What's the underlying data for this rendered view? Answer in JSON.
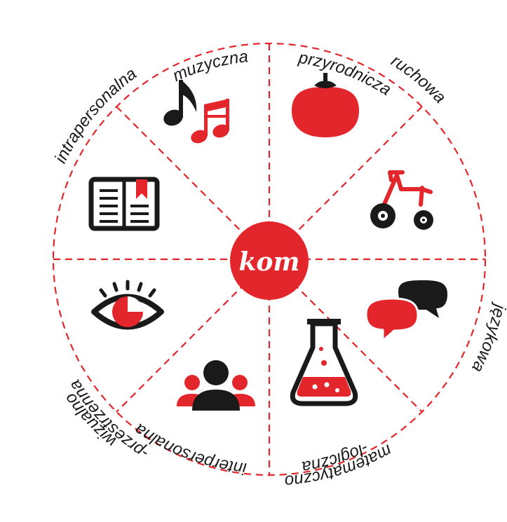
{
  "center": {
    "label": "kom"
  },
  "segments": [
    {
      "id": "muzyczna",
      "label": "muzyczna",
      "icon": "music-notes-icon"
    },
    {
      "id": "przyrodnicza",
      "label": "przyrodnicza",
      "icon": "tomato-icon"
    },
    {
      "id": "ruchowa",
      "label": "ruchowa",
      "icon": "tricycle-icon"
    },
    {
      "id": "jezykowa",
      "label": "językowa",
      "icon": "speech-bubbles-icon"
    },
    {
      "id": "matematyczno",
      "label_line1": "matematyczno",
      "label_line2": "-logiczna",
      "icon": "flask-icon"
    },
    {
      "id": "interpersonalna",
      "label": "interpersonalna",
      "icon": "people-group-icon"
    },
    {
      "id": "wizualno",
      "label_line1": "wizualno",
      "label_line2": "-przestrzenna",
      "icon": "eye-icon"
    },
    {
      "id": "intrapersonalna",
      "label": "intrapersonalna",
      "icon": "book-icon"
    }
  ],
  "colors": {
    "accent": "#e3262b",
    "dark": "#1a1a1a",
    "divider": "#e3262b"
  }
}
